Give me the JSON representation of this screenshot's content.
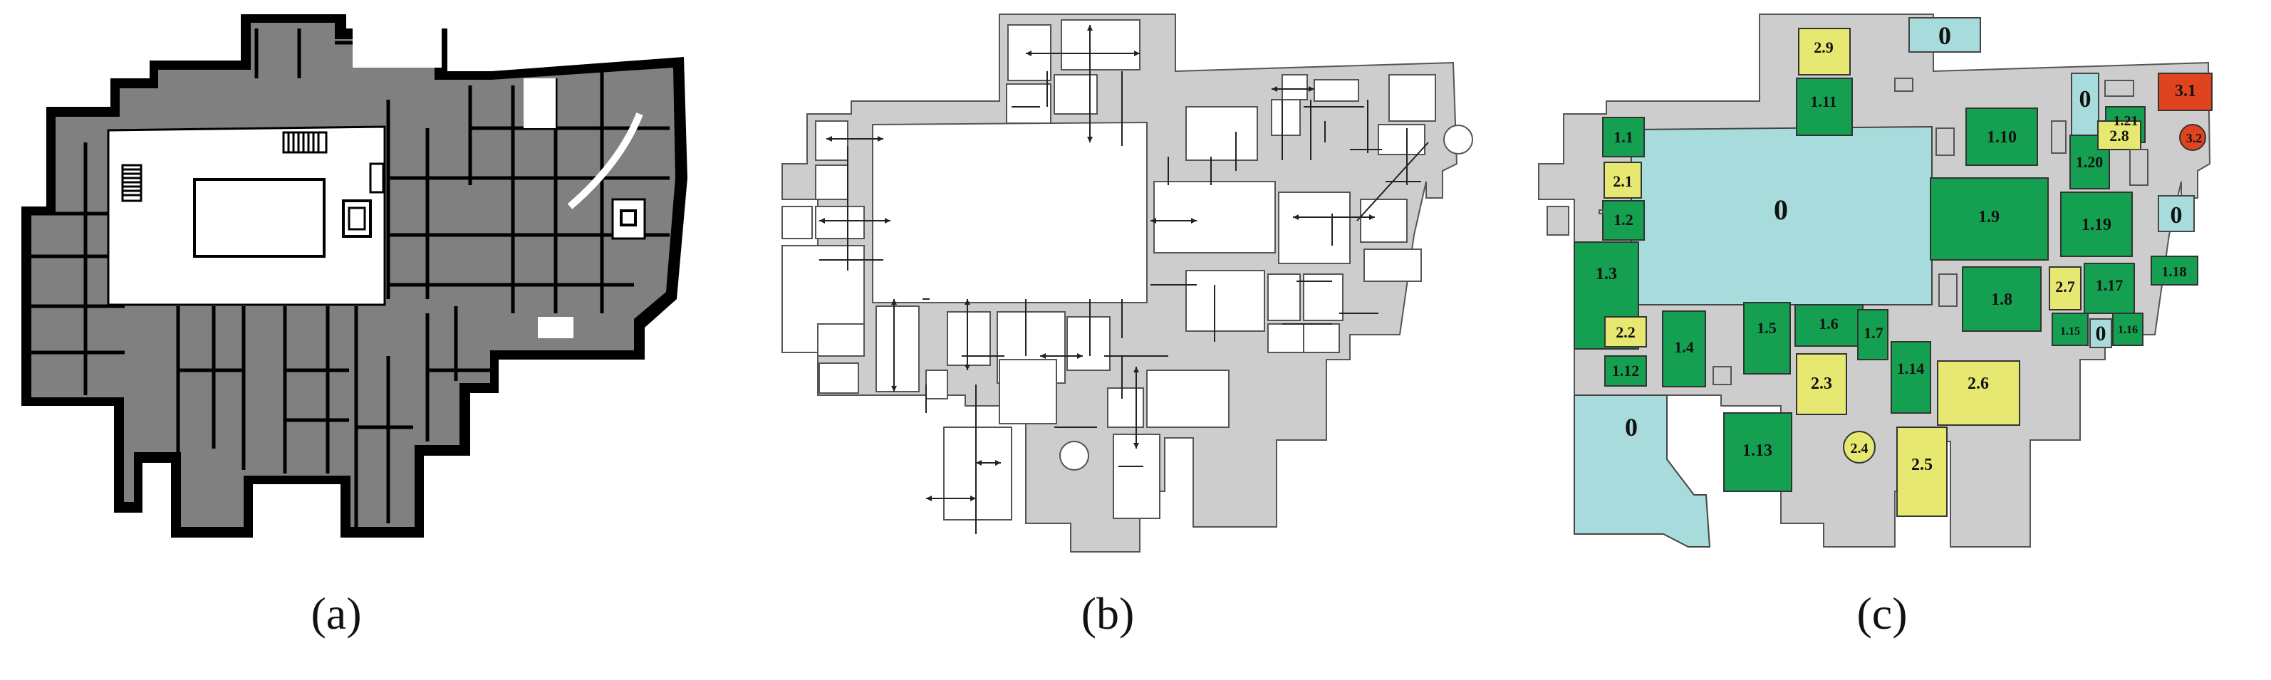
{
  "panels": [
    {
      "id": "a",
      "caption": "(a)"
    },
    {
      "id": "b",
      "caption": "(b)"
    },
    {
      "id": "c",
      "caption": "(c)"
    }
  ],
  "colors": {
    "wall": "#000000",
    "room_a": "#808080",
    "courtyard": "#ffffff",
    "plan_fill": "#cdcdcd",
    "plan_stroke": "#555555",
    "level_0": "#a8dcdc",
    "level_1": "#14a050",
    "level_2": "#e6e872",
    "level_3": "#e0441f"
  },
  "panel_c_labels": {
    "r2_9": "2.9",
    "r0_top": "0",
    "r1_11": "1.11",
    "r0_nr": "0",
    "r1_21": "1.21",
    "r3_1": "3.1",
    "r1_1": "1.1",
    "r0_big": "0",
    "r1_10": "1.10",
    "r2_8": "2.8",
    "r3_2": "3.2",
    "r1_20": "1.20",
    "r2_1": "2.1",
    "r1_2": "1.2",
    "r1_9": "1.9",
    "r1_19": "1.19",
    "r0_r": "0",
    "r1_3": "1.3",
    "r1_18": "1.18",
    "r2_7": "2.7",
    "r1_17": "1.17",
    "r1_8": "1.8",
    "r2_2": "2.2",
    "r1_4": "1.4",
    "r1_5": "1.5",
    "r1_6": "1.6",
    "r1_7": "1.7",
    "r1_15": "1.15",
    "r0_small": "0",
    "r1_16": "1.16",
    "r1_12": "1.12",
    "r2_3": "2.3",
    "r1_14": "1.14",
    "r2_6": "2.6",
    "r0_bl": "0",
    "r1_13": "1.13",
    "r2_4": "2.4",
    "r2_5": "2.5"
  }
}
